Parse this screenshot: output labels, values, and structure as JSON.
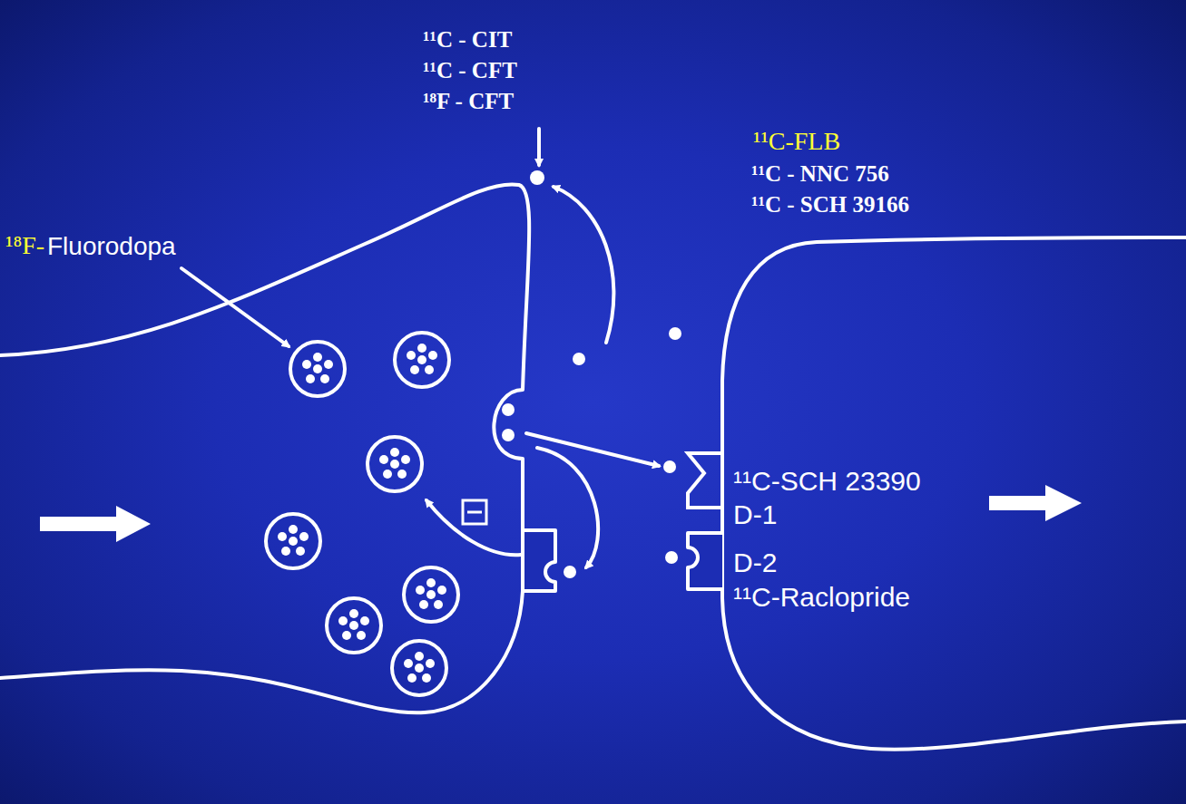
{
  "diagram": {
    "labels": [
      "¹¹C - CIT",
      "¹¹C - CFT",
      "¹⁸F - CFT",
      "¹¹C-FLB",
      "¹¹C - NNC 756",
      "¹¹C - SCH 39166",
      "¹⁸F-",
      "Fluorodopa",
      "¹¹C-SCH 23390",
      "D-1",
      "D-2",
      "¹¹C-Raclopride"
    ]
  }
}
